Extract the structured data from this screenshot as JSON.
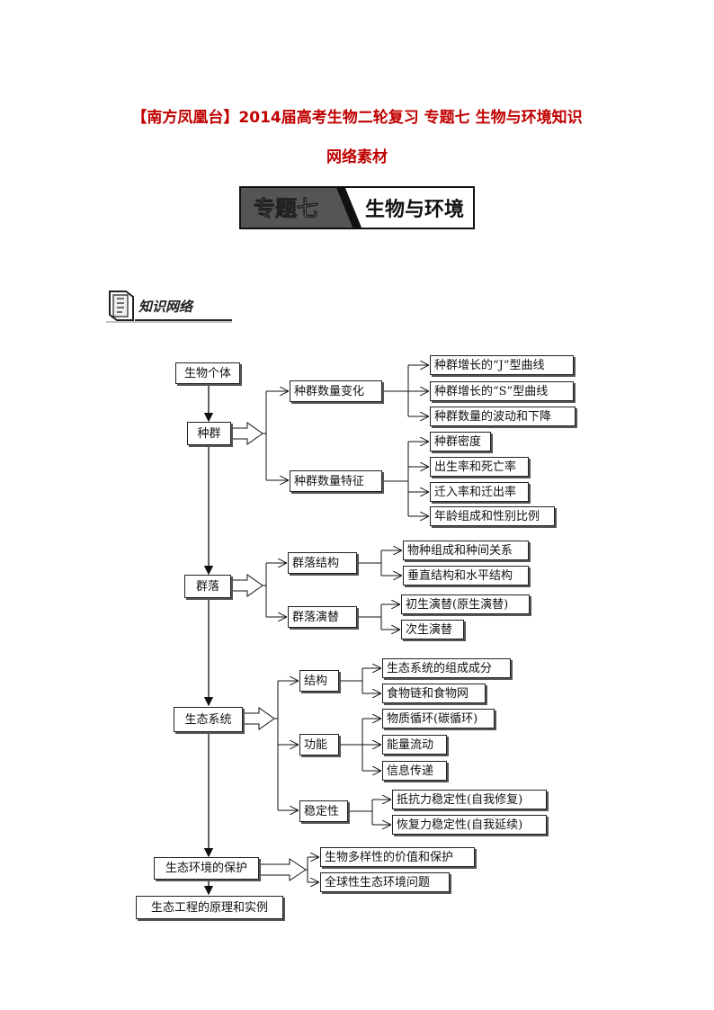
{
  "title": {
    "line1": "【南方凤凰台】2014届高考生物二轮复习 专题七 生物与环境知识",
    "line2": "网络素材"
  },
  "banner": {
    "left": "专题七",
    "right": "生物与环境"
  },
  "section_header": "知识网络",
  "nodes": {
    "individual": "生物个体",
    "population": "种群",
    "pop_change": "种群数量变化",
    "j_curve": "种群增长的“J”型曲线",
    "s_curve": "种群增长的“S”型曲线",
    "fluctuation": "种群数量的波动和下降",
    "pop_traits": "种群数量特征",
    "density": "种群密度",
    "birth_death": "出生率和死亡率",
    "migration": "迁入率和迁出率",
    "age_sex": "年龄组成和性别比例",
    "community": "群落",
    "comm_structure": "群落结构",
    "species_relations": "物种组成和种间关系",
    "vert_horiz": "垂直结构和水平结构",
    "succession": "群落演替",
    "primary": "初生演替(原生演替)",
    "secondary": "次生演替",
    "ecosystem": "生态系统",
    "structure": "结构",
    "components": "生态系统的组成成分",
    "food_web": "食物链和食物网",
    "function": "功能",
    "material_cycle": "物质循环(碳循环)",
    "energy_flow": "能量流动",
    "info_transfer": "信息传递",
    "stability": "稳定性",
    "resistance": "抵抗力稳定性(自我修复)",
    "resilience": "恢复力稳定性(自我延续)",
    "protection": "生态环境的保护",
    "biodiversity": "生物多样性的价值和保护",
    "global_issues": "全球性生态环境问题",
    "engineering": "生态工程的原理和实例"
  }
}
